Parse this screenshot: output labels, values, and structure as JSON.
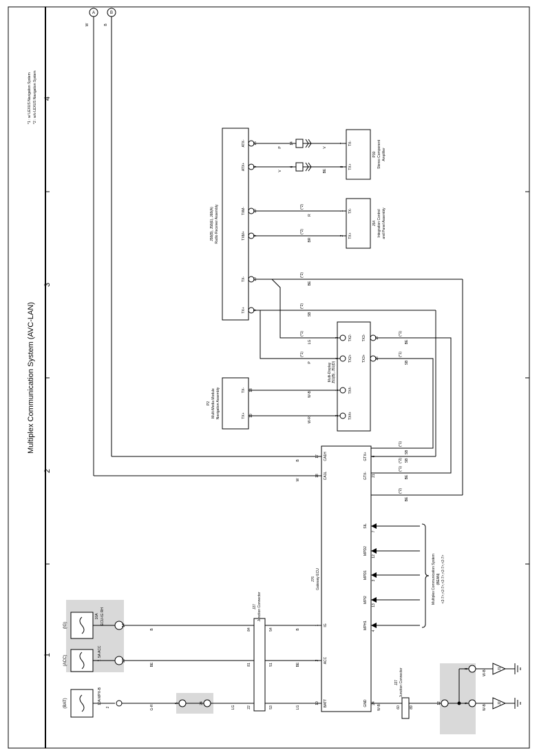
{
  "page": {
    "title": "Multiplex Communication System (AVC-LAN)",
    "notes": [
      "*1 : w/ LEXUS Navigation System",
      "*2 : w/o LEXUS Navigation System"
    ],
    "zones": [
      "1",
      "2",
      "3",
      "4"
    ]
  },
  "offpage": {
    "a": "A",
    "b": "B",
    "a_wire": "W",
    "b_wire": "B"
  },
  "fuses": {
    "ecu_ig": {
      "signal": "(IG)",
      "name": "ECU-IG RH",
      "amp": "10A",
      "pin": "14",
      "wire": "B"
    },
    "acc": {
      "signal": "(ACC)",
      "name": "7. 5A ACC",
      "pin": "27",
      "wire": "BE"
    },
    "mpx": {
      "signal": "(BAT)",
      "name": "10A MPX-B",
      "pin": "2",
      "wire": "G-R"
    }
  },
  "inline_connectors": {
    "c1": "5",
    "c2": "24"
  },
  "junction_top": {
    "code": "J27",
    "name": "Junction Connector",
    "pins_left": [
      "84",
      "81",
      "22"
    ],
    "pins_right": [
      "54",
      "51",
      "53"
    ],
    "wires": [
      "B",
      "BE",
      "LG"
    ]
  },
  "junction_bottom": {
    "code": "J27",
    "name": "Junction Connector",
    "pins": [
      "60",
      "89"
    ]
  },
  "gateway": {
    "code": "J76",
    "name": "Gateway ECU",
    "left_pins": [
      {
        "pin": "10",
        "label": "BATT",
        "wire": "LG"
      },
      {
        "pin": "2",
        "label": "ACC",
        "wire": "BE"
      },
      {
        "pin": "1",
        "label": "IG",
        "wire": "B"
      },
      {
        "pin": "18",
        "label": "CA1L",
        "wire": "W"
      },
      {
        "pin": "17",
        "label": "CA1H",
        "wire": "B"
      }
    ],
    "mpx_pins": [
      {
        "pin": "4",
        "label": "MPH1"
      },
      {
        "pin": "13",
        "label": "MPI2"
      },
      {
        "pin": "3",
        "label": "MPD1"
      },
      {
        "pin": "12",
        "label": "MPD2"
      },
      {
        "pin": "7",
        "label": "SIL"
      }
    ],
    "gtx_minus": {
      "pin": "21",
      "label": "GTX-"
    },
    "gtx_plus": {
      "pin": "6",
      "label": "GTX+"
    },
    "gnd": {
      "pin": "24",
      "label": "GND",
      "wire": "W-B"
    },
    "right_wires": [
      {
        "mark": "(*2)",
        "color": "BE"
      },
      {
        "mark": "(*1)",
        "color": "BE"
      },
      {
        "mark": "(*2)",
        "color": "SB"
      },
      {
        "mark": "(*1)",
        "color": "SB"
      }
    ]
  },
  "multiplex_note": {
    "title": "Multiplex Communication System",
    "sub": "(BEAN)",
    "refs": "<2-7>,<2-7>,<2-7>,<2-7>,<2-7>"
  },
  "multi_display": {
    "code": "J51(B), J51(D)",
    "name": "Multi-Display",
    "pins": [
      {
        "pin": "2",
        "label": "TX4+",
        "wire": "W-R"
      },
      {
        "pin": "1",
        "label": "TX4-",
        "wire": "W-B"
      },
      {
        "pin": "4",
        "label": "TX2+",
        "wire": "P",
        "mark": "(*1)"
      },
      {
        "pin": "3",
        "label": "TX2-",
        "wire": "LG",
        "mark": "(*1)"
      }
    ],
    "tx3": [
      {
        "pin": "18",
        "label": "TX3+",
        "wire": "SB",
        "mark": "(*1)"
      },
      {
        "pin": "17",
        "label": "TX3-",
        "wire": "BE",
        "mark": "(*1)"
      }
    ]
  },
  "nav": {
    "code": "P2",
    "name": "Multi-Media Module",
    "sub": "Navigation Assembly",
    "pins": [
      {
        "pin": "19",
        "label": "TX+"
      },
      {
        "pin": "18",
        "label": "TX-"
      }
    ]
  },
  "radio": {
    "code": "J58(B), J58(E), J68(A)",
    "name": "Radio Receiver Assembly",
    "pins": [
      {
        "pin": "9",
        "label": "TX+",
        "wire": "SB",
        "mark": "(*2)"
      },
      {
        "pin": "10",
        "label": "TX-",
        "wire": "BE",
        "mark": "(*2)"
      },
      {
        "pin": "9",
        "label": "TXM+",
        "wire": "BR",
        "mark": "(*2)"
      },
      {
        "pin": "10",
        "label": "TXM-",
        "wire": "R",
        "mark": "(*2)"
      },
      {
        "pin": "5",
        "label": "ATX+",
        "wire": "V"
      },
      {
        "pin": "15",
        "label": "ATX-",
        "wire": "P"
      }
    ]
  },
  "integration": {
    "code": "J54",
    "name": "Integration Control",
    "sub": "and Panel Assembly",
    "pins": [
      {
        "pin": "2",
        "label": "TX+"
      },
      {
        "pin": "1",
        "label": "TX-"
      }
    ]
  },
  "amp": {
    "code": "P30",
    "name": "Stereo Component",
    "sub": "Amplifier",
    "pins": [
      {
        "pin": "8",
        "label": "TX+",
        "wire": "BE",
        "splice": "6"
      },
      {
        "pin": "7",
        "label": "TX-",
        "wire": "V",
        "splice": "14"
      }
    ]
  },
  "grounds": {
    "g1": {
      "pin": "9",
      "label": "J2",
      "wire": "W-B"
    },
    "g2": {
      "pin": "8",
      "label": "J1",
      "wire": "W-B"
    },
    "top_pin": "12"
  }
}
